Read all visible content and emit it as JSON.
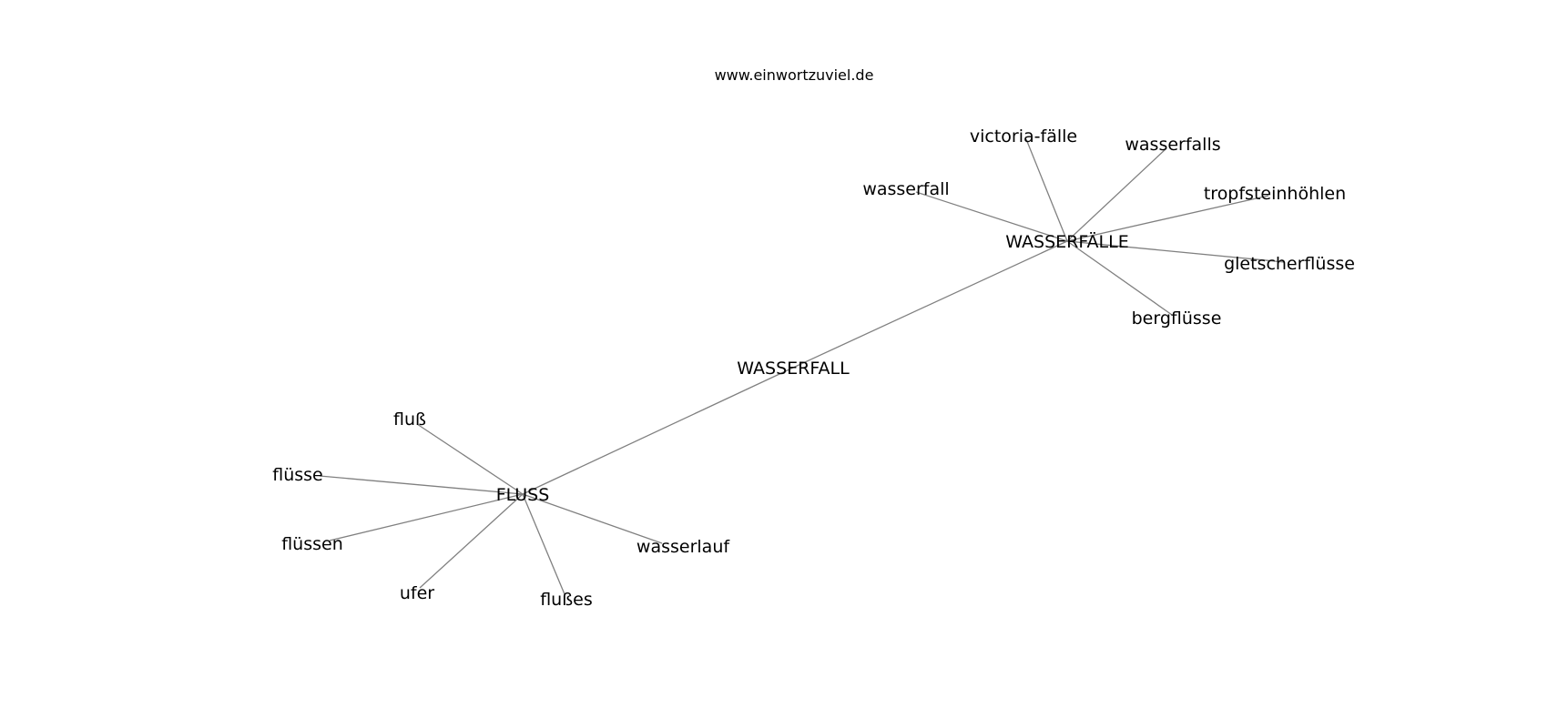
{
  "header": {
    "site": "www.einwortzuviel.de"
  },
  "graph": {
    "edge_color": "#808080",
    "text_color": "#000000",
    "nodes": [
      {
        "id": "wasserfall_center",
        "label": "WASSERFALL"
      },
      {
        "id": "fluss",
        "label": "FLUSS"
      },
      {
        "id": "wasserfaelle",
        "label": "WASSERFÄLLE"
      },
      {
        "id": "fluss_alt",
        "label": "fluß"
      },
      {
        "id": "fluesse",
        "label": "flüsse"
      },
      {
        "id": "fluessen",
        "label": "flüssen"
      },
      {
        "id": "ufer",
        "label": "ufer"
      },
      {
        "id": "flusses",
        "label": "flußes"
      },
      {
        "id": "wasserlauf",
        "label": "wasserlauf"
      },
      {
        "id": "wasserfall",
        "label": "wasserfall"
      },
      {
        "id": "victoria",
        "label": "victoria-fälle"
      },
      {
        "id": "wasserfalls",
        "label": "wasserfalls"
      },
      {
        "id": "tropfstein",
        "label": "tropfsteinhöhlen"
      },
      {
        "id": "gletscher",
        "label": "gletscherflüsse"
      },
      {
        "id": "berg",
        "label": "bergflüsse"
      }
    ],
    "edges": [
      [
        "fluss",
        "wasserfall_center"
      ],
      [
        "wasserfall_center",
        "wasserfaelle"
      ],
      [
        "fluss",
        "fluss_alt"
      ],
      [
        "fluss",
        "fluesse"
      ],
      [
        "fluss",
        "fluessen"
      ],
      [
        "fluss",
        "ufer"
      ],
      [
        "fluss",
        "flusses"
      ],
      [
        "fluss",
        "wasserlauf"
      ],
      [
        "wasserfaelle",
        "wasserfall"
      ],
      [
        "wasserfaelle",
        "victoria"
      ],
      [
        "wasserfaelle",
        "wasserfalls"
      ],
      [
        "wasserfaelle",
        "tropfstein"
      ],
      [
        "wasserfaelle",
        "gletscher"
      ],
      [
        "wasserfaelle",
        "berg"
      ]
    ]
  }
}
